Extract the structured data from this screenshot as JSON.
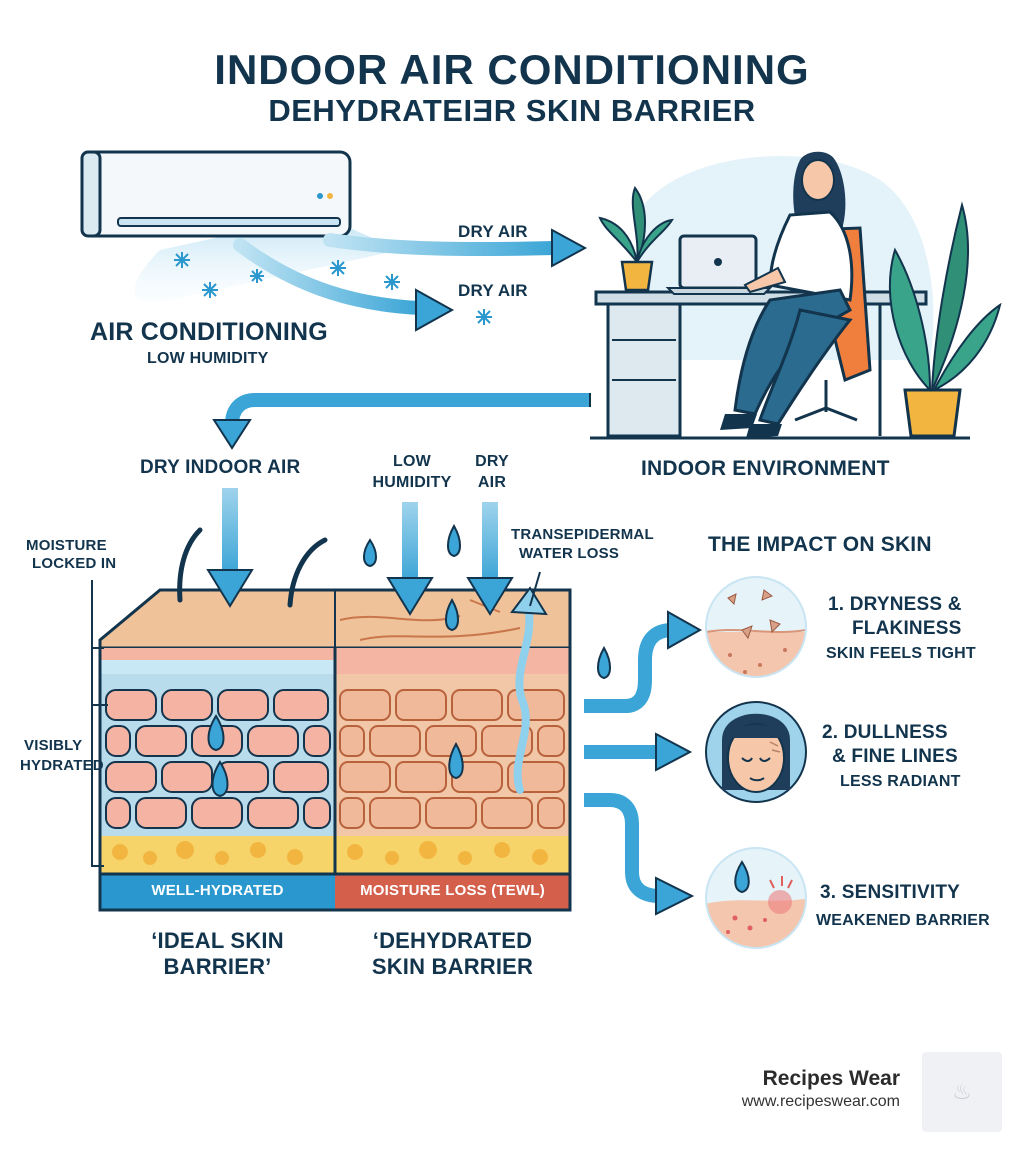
{
  "title": {
    "line1": "INDOOR AIR CONDITIONING",
    "line2": "DEHYDRATEIƎR SKIN BARRIER"
  },
  "ac": {
    "name": "AIR CONDITIONING",
    "sub": "LOW HUMIDITY",
    "dry_air_1": "DRY AIR",
    "dry_air_2": "DRY AIR"
  },
  "environment": {
    "label": "INDOOR ENVIRONMENT",
    "dry_indoor_air": "DRY INDOOR AIR"
  },
  "skin_diagram": {
    "moisture_locked": [
      "MOISTURE",
      "LOCKED IN"
    ],
    "visibly_hydrated": [
      "VISIBLY",
      "HYDRATED"
    ],
    "low_humidity": [
      "LOW",
      "HUMIDITY"
    ],
    "dry_air": [
      "DRY",
      "AIR"
    ],
    "tewl_label": [
      "TRANSEPIDERMAL",
      "WATER LOSS"
    ],
    "band_left": "WELL-HYDRATED",
    "band_right": "MOISTURE LOSS (TEWL)",
    "caption_left": [
      "‘IDEAL SKIN",
      "BARRIER’"
    ],
    "caption_right": [
      "‘DEHYDRATED",
      "SKIN BARRIER"
    ]
  },
  "impact": {
    "heading": "THE IMPACT ON SKIN",
    "items": [
      {
        "title": [
          "1. DRYNESS &",
          "FLAKINESS"
        ],
        "sub": "SKIN FEELS TIGHT"
      },
      {
        "title": [
          "2. DULLNESS",
          "& FINE LINES"
        ],
        "sub": "LESS RADIANT"
      },
      {
        "title": [
          "3. SENSITIVITY"
        ],
        "sub": "WEAKENED BARRIER"
      }
    ]
  },
  "brand": {
    "name": "Recipes Wear",
    "url": "www.recipeswear.com"
  },
  "colors": {
    "navy": "#12344d",
    "air_blue": "#3aa5d6",
    "band_blue": "#2a98cf",
    "band_red": "#d4604c",
    "skin_pink": "#f4b6a2",
    "fat_yellow": "#f6d46a"
  },
  "icons": [
    "air-conditioner-icon",
    "snowflake-icon",
    "person-at-desk-icon",
    "plant-icon",
    "laptop-icon",
    "water-drop-icon",
    "face-icon"
  ]
}
